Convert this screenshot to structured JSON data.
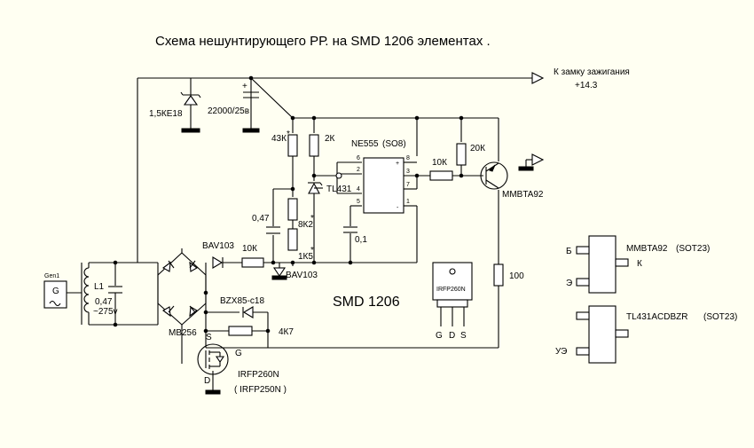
{
  "title": "Схема нешунтирующего РР. на SMD 1206 элементах .",
  "labels": {
    "ignition": "К замку зажигания",
    "voltage": "+14.3",
    "zener": "1,5КЕ18",
    "capacitor_main": "22000/25в",
    "r43k": "43К",
    "r2k": "2К",
    "ne555": "NE555",
    "so8": "(SO8)",
    "r10k_top": "10К",
    "r20k": "20К",
    "mmbta92": "MMBTA92",
    "tl431": "TL431",
    "c047": "0,47",
    "r8k2": "8К2",
    "c01": "0,1",
    "r1k5": "1К5",
    "bav103_a": "BAV103",
    "r10k_mid": "10К",
    "bav103_b": "BAV103",
    "gen": "Gen1",
    "gen_symbol": "G",
    "l1": "L1",
    "c_gen_v": "0,47",
    "c_gen_rating": "~275v",
    "mb256": "MB256",
    "bzx": "BZX85-c18",
    "r4k7": "4К7",
    "smd": "SMD 1206",
    "r100": "100",
    "irfp_pkg": "IRFP260N",
    "pin_g": "G",
    "pin_d": "D",
    "pin_s": "S",
    "irfp260": "IRFP260N",
    "irfp250": "( IRFP250N )",
    "fet_s": "S",
    "fet_g": "G",
    "fet_d": "D",
    "star": "*",
    "ne_pin6": "6",
    "ne_pin2": "2",
    "ne_pin4": "4",
    "ne_pin5": "5",
    "ne_pin8": "8",
    "ne_pin3": "3",
    "ne_pin7": "7",
    "ne_pin1": "1",
    "ne_plus": "+",
    "ne_minus": "-",
    "plus_cap": "+",
    "sot_b": "Б",
    "sot_k": "К",
    "sot_e": "Э",
    "sot_mmbta": "MMBTA92",
    "sot_pkg1": "(SOT23)",
    "sot_tl": "TL431ACDBZR",
    "sot_pkg2": "(SOT23)",
    "sot_ue": "УЭ"
  }
}
